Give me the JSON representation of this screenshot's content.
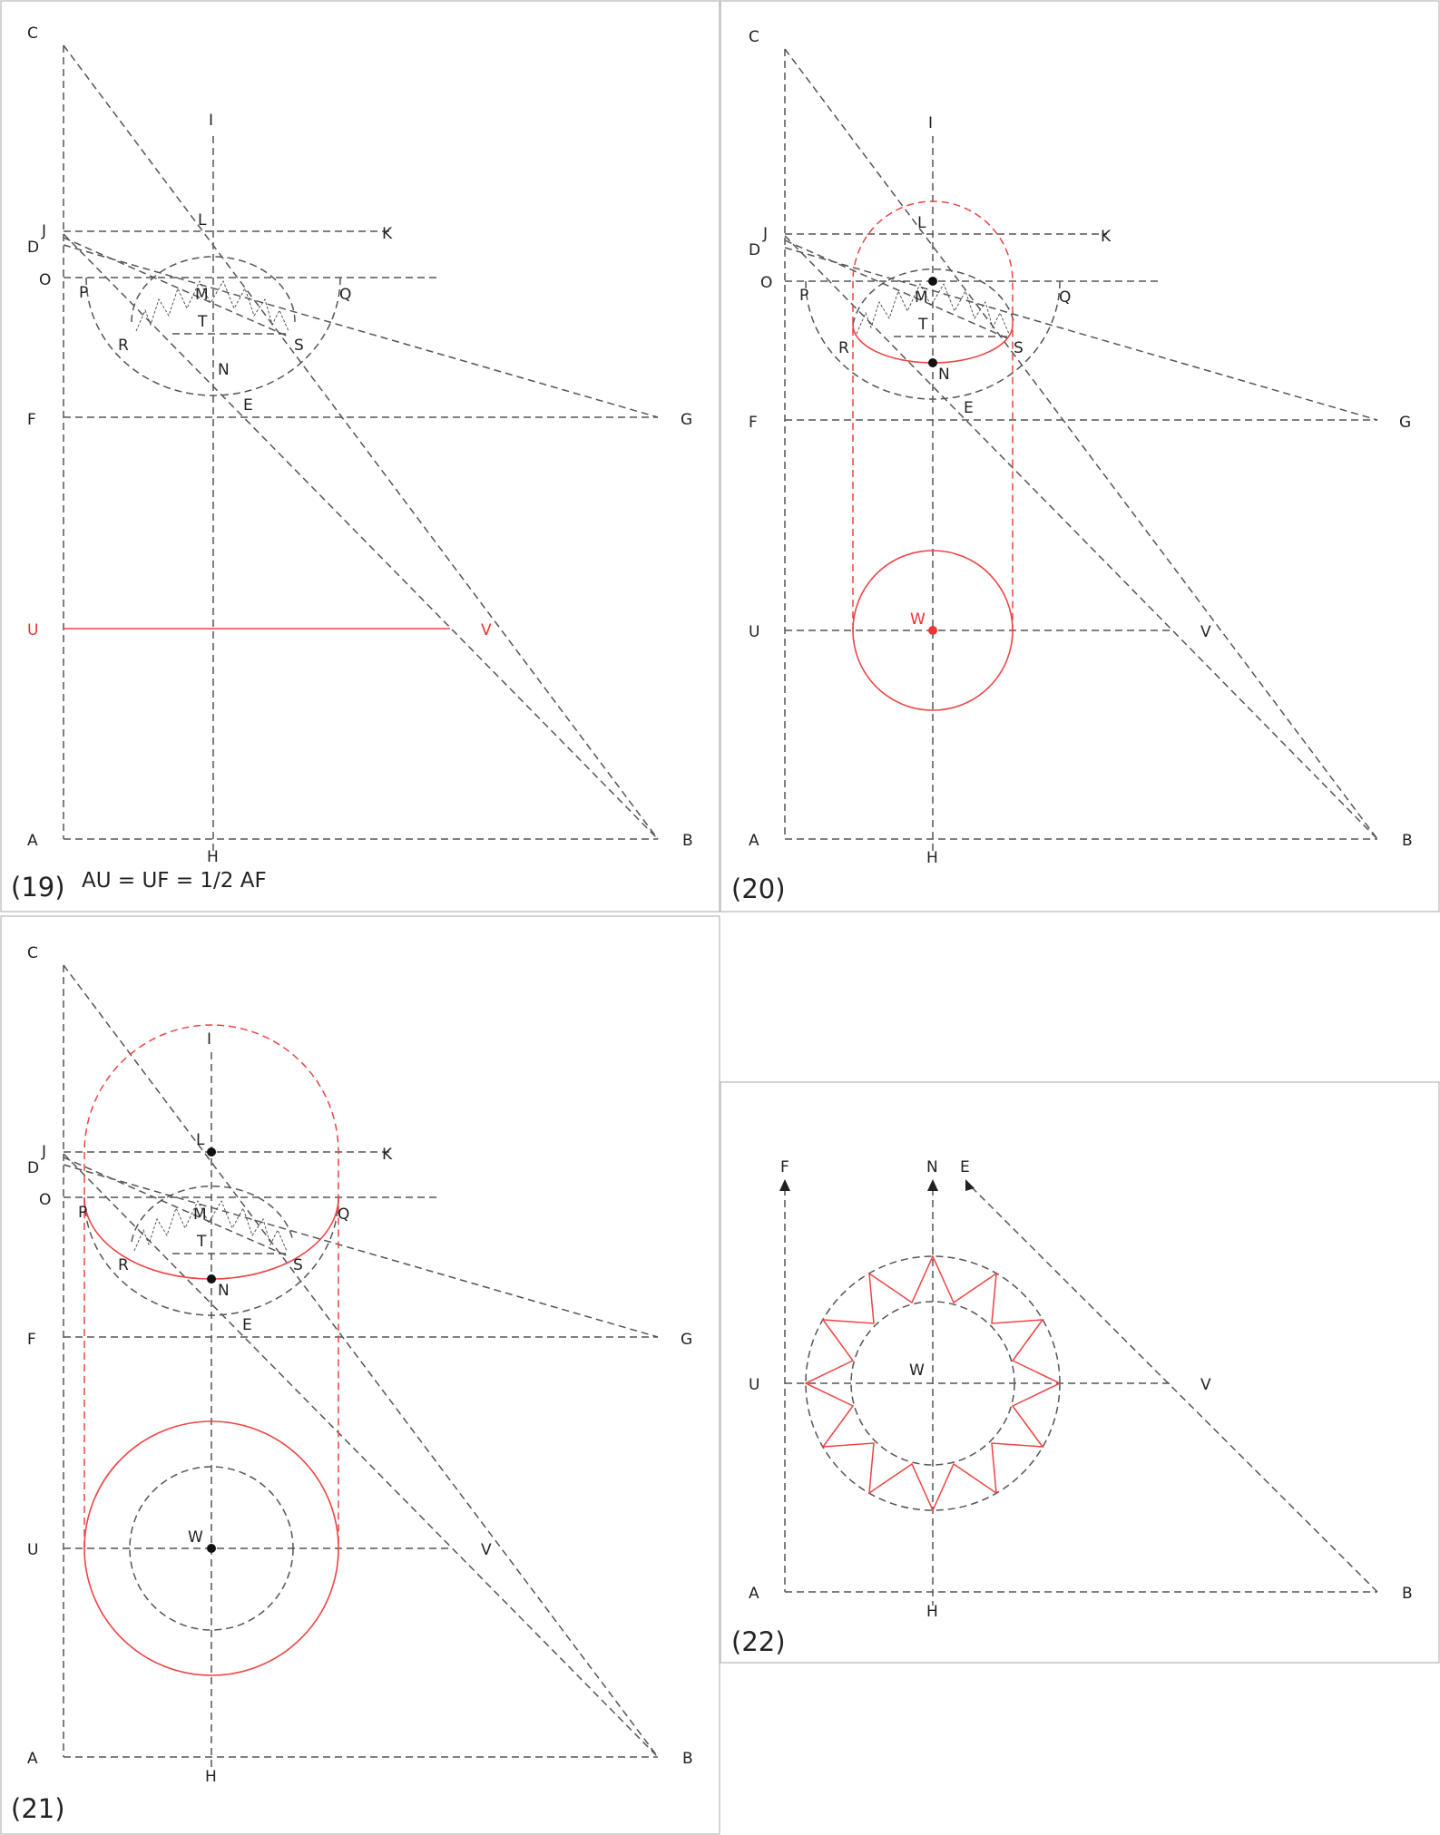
{
  "panels": [
    {
      "number": "(19)",
      "note": "AU = UF = 1/2 AF",
      "labels": {
        "C": "C",
        "I": "I",
        "J": "J",
        "D": "D",
        "L": "L",
        "K": "K",
        "O": "O",
        "P": "P",
        "M": "M",
        "Q": "Q",
        "T": "T",
        "R": "R",
        "S": "S",
        "N": "N",
        "E": "E",
        "F": "F",
        "G": "G",
        "U": "U",
        "V": "V",
        "A": "A",
        "H": "H",
        "B": "B"
      }
    },
    {
      "number": "(20)",
      "labels": {
        "C": "C",
        "I": "I",
        "J": "J",
        "D": "D",
        "L": "L",
        "K": "K",
        "O": "O",
        "P": "P",
        "M": "M",
        "Q": "Q",
        "T": "T",
        "R": "R",
        "S": "S",
        "N": "N",
        "E": "E",
        "F": "F",
        "G": "G",
        "U": "U",
        "W": "W",
        "V": "V",
        "A": "A",
        "H": "H",
        "B": "B"
      }
    },
    {
      "number": "(21)",
      "labels": {
        "C": "C",
        "I": "I",
        "J": "J",
        "D": "D",
        "L": "L",
        "K": "K",
        "O": "O",
        "P": "P",
        "M": "M",
        "Q": "Q",
        "T": "T",
        "R": "R",
        "S": "S",
        "N": "N",
        "E": "E",
        "F": "F",
        "G": "G",
        "U": "U",
        "W": "W",
        "V": "V",
        "A": "A",
        "H": "H",
        "B": "B"
      }
    },
    {
      "number": "(22)",
      "labels": {
        "F": "F",
        "N": "N",
        "E": "E",
        "U": "U",
        "W": "W",
        "V": "V",
        "A": "A",
        "H": "H",
        "B": "B"
      }
    }
  ],
  "colors": {
    "construction": "#555555",
    "highlight": "#ee4444",
    "frame": "#bdbdbd"
  }
}
